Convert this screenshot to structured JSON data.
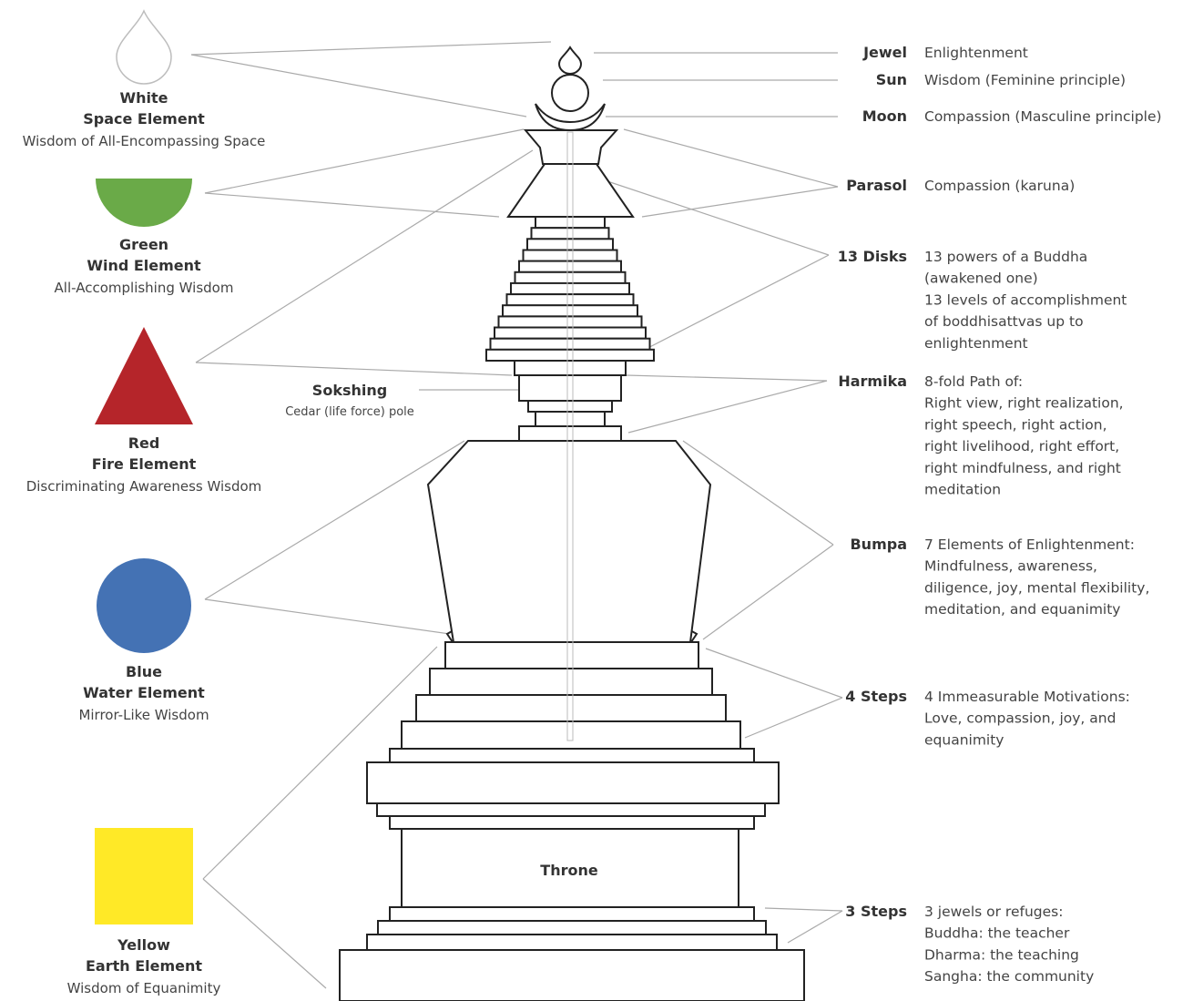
{
  "elements": [
    {
      "color_name": "White",
      "element": "Space Element",
      "wisdom": "Wisdom of All-Encompassing Space",
      "color": "#ffffff",
      "shape": "drop"
    },
    {
      "color_name": "Green",
      "element": "Wind Element",
      "wisdom": "All-Accomplishing Wisdom",
      "color": "#6aaa48",
      "shape": "half-circle"
    },
    {
      "color_name": "Red",
      "element": "Fire Element",
      "wisdom": "Discriminating Awareness Wisdom",
      "color": "#b5252a",
      "shape": "triangle"
    },
    {
      "color_name": "Blue",
      "element": "Water Element",
      "wisdom": "Mirror-Like Wisdom",
      "color": "#4472b4",
      "shape": "circle"
    },
    {
      "color_name": "Yellow",
      "element": "Earth Element",
      "wisdom": "Wisdom of Equanimity",
      "color": "#ffe927",
      "shape": "square"
    }
  ],
  "parts": [
    {
      "name": "Jewel",
      "meaning": [
        "Enlightenment"
      ]
    },
    {
      "name": "Sun",
      "meaning": [
        "Wisdom (Feminine principle)"
      ]
    },
    {
      "name": "Moon",
      "meaning": [
        "Compassion (Masculine principle)"
      ]
    },
    {
      "name": "Parasol",
      "meaning": [
        "Compassion (karuna)"
      ]
    },
    {
      "name": "13 Disks",
      "meaning": [
        "13 powers of a Buddha",
        "(awakened one)",
        "13 levels of accomplishment",
        "of boddhisattvas up to",
        "enlightenment"
      ]
    },
    {
      "name": "Harmika",
      "meaning": [
        "8-fold Path of:",
        "Right view, right realization,",
        "right speech, right action,",
        "right livelihood, right effort,",
        "right mindfulness, and right",
        "meditation"
      ]
    },
    {
      "name": "Bumpa",
      "meaning": [
        "7 Elements of Enlightenment:",
        "Mindfulness, awareness,",
        "diligence, joy, mental flexibility,",
        "meditation, and equanimity"
      ]
    },
    {
      "name": "4 Steps",
      "meaning": [
        "4 Immeasurable Motivations:",
        "Love, compassion, joy, and",
        "equanimity"
      ]
    },
    {
      "name": "3 Steps",
      "meaning": [
        "3 jewels or refuges:",
        "Buddha: the teacher",
        "Dharma: the teaching",
        "Sangha: the community"
      ]
    }
  ],
  "sokshing": {
    "title": "Sokshing",
    "subtitle": "Cedar (life force) pole"
  },
  "throne_label": "Throne"
}
